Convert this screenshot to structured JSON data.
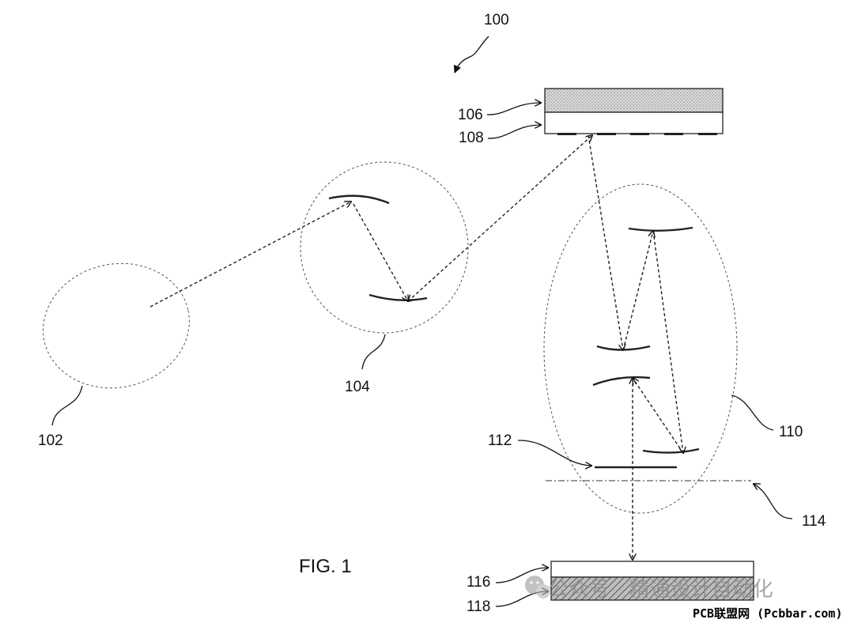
{
  "figure": {
    "title": "FIG. 1",
    "labels": {
      "system": "100",
      "source": "102",
      "condenser": "104",
      "reticle_substrate": "106",
      "reticle_pattern": "108",
      "projection_optics": "110",
      "aperture": "112",
      "pupil_plane": "114",
      "resist": "116",
      "wafer": "118"
    }
  },
  "watermark": {
    "channel_text": "公众号 · 精通设计自动化",
    "site_text": "PCB联盟网 (Pcbbar.com)"
  }
}
